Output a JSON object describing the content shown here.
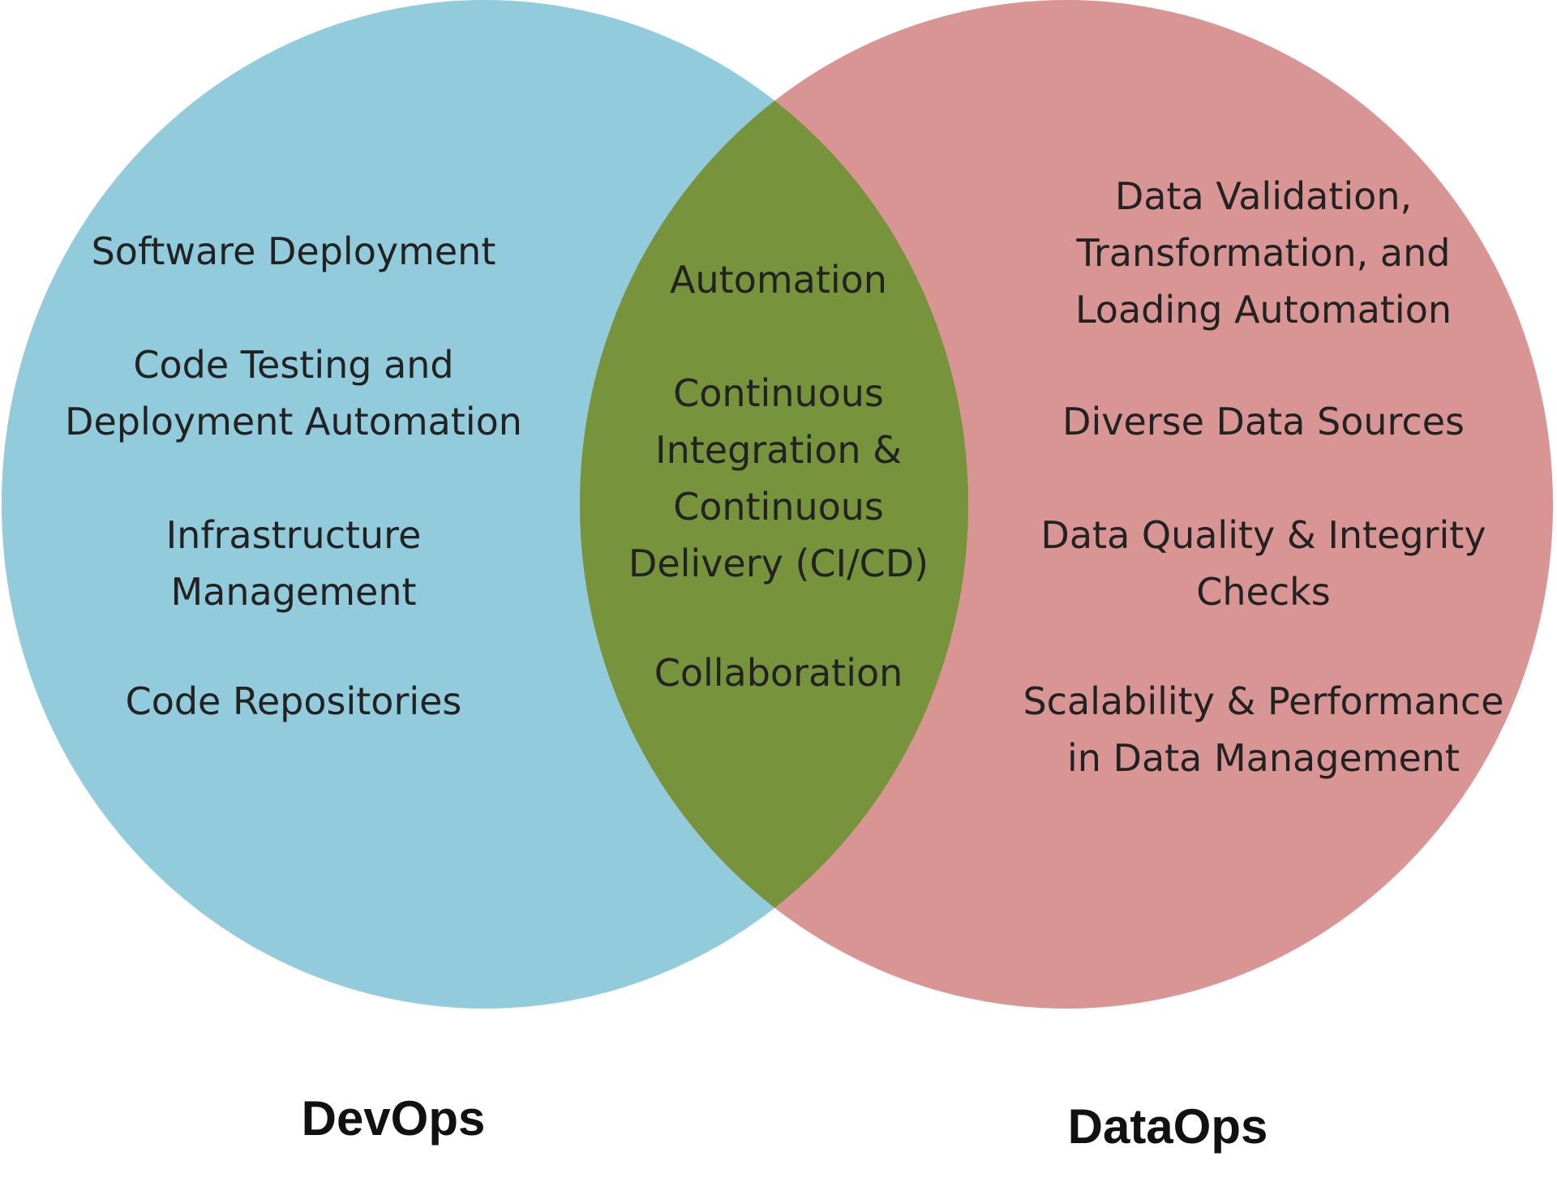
{
  "colors": {
    "left": "#92ccdc",
    "right": "#d89593",
    "overlap": "#77933c"
  },
  "left": {
    "label": "DevOps",
    "items": [
      "Software Deployment",
      "Code Testing and\nDeployment Automation",
      "Infrastructure\nManagement",
      "Code Repositories"
    ]
  },
  "overlap": {
    "items": [
      "Automation",
      "Continuous\nIntegration &\nContinuous\nDelivery (CI/CD)",
      "Collaboration"
    ]
  },
  "right": {
    "label": "DataOps",
    "items": [
      "Data Validation,\nTransformation, and\nLoading Automation",
      "Diverse Data Sources",
      "Data Quality & Integrity\nChecks",
      "Scalability & Performance\nin Data Management"
    ]
  }
}
